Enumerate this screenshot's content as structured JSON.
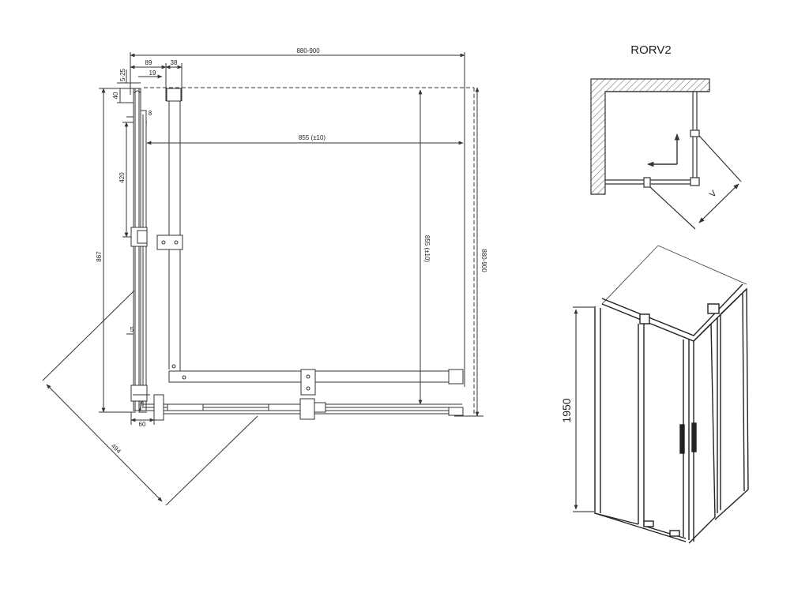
{
  "title": "RORV2",
  "plan": {
    "overall_width": "880-900",
    "overall_depth": "880-900",
    "clear_width": "855 (±10)",
    "clear_depth": "855 (±10)",
    "left_depth": "867",
    "diagonal": "494",
    "dim_89": "89",
    "dim_38": "38",
    "dim_19": "19",
    "dim_5_25": "5-25",
    "dim_40": "40",
    "dim_8": "8",
    "dim_420": "420",
    "dim_5": "5",
    "dim_60": "60"
  },
  "schematic": {
    "v_label": "V"
  },
  "elevation": {
    "height": "1950"
  }
}
